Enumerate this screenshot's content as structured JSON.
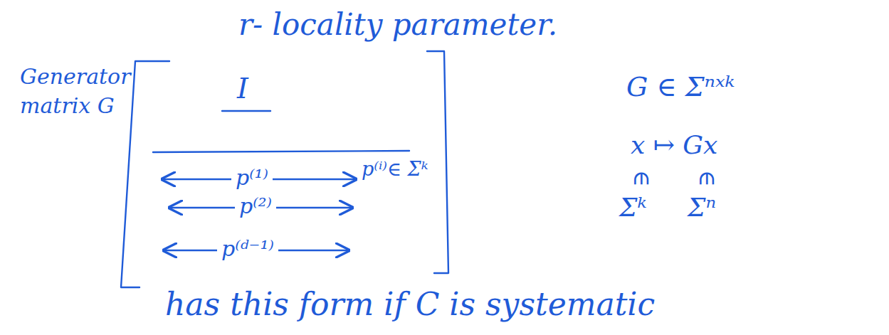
{
  "diagram": {
    "labels": [
      "r- locality parameter.",
      "Generator matrix G",
      "I",
      "p⁽¹⁾",
      "p⁽²⁾",
      "p⁽ᵈ⁻¹⁾",
      "p⁽ⁱ⁾∈ Σᵏ",
      "G ∈ Σⁿˣᵏ",
      "x ↦ Gx",
      "∈",
      "∈",
      "Σᵏ",
      "Σⁿ",
      "has this form if C is systematic"
    ]
  }
}
